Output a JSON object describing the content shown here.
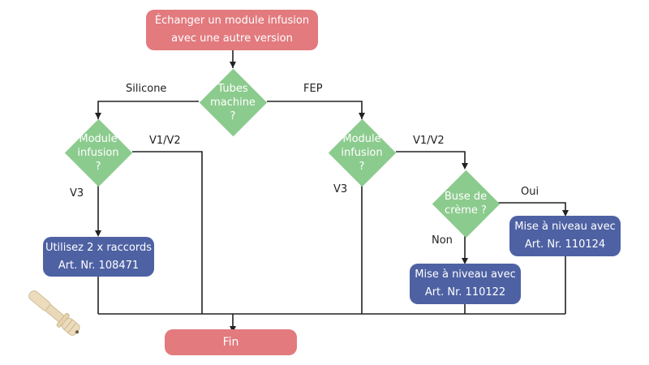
{
  "flowchart": {
    "start": {
      "line1": "Échanger un module infusion",
      "line2": "avec une autre version"
    },
    "decision_tubes": {
      "line1": "Tubes",
      "line2": "machine",
      "line3": "?"
    },
    "decision_module_left": {
      "line1": "Module",
      "line2": "infusion",
      "line3": "?"
    },
    "decision_module_right": {
      "line1": "Module",
      "line2": "infusion",
      "line3": "?"
    },
    "decision_buse": {
      "line1": "Buse de",
      "line2": "crème ?"
    },
    "process_raccords": {
      "line1": "Utilisez 2 x raccords",
      "line2": "Art. Nr. 108471"
    },
    "process_110124": {
      "line1": "Mise à niveau avec",
      "line2": "Art. Nr. 110124"
    },
    "process_110122": {
      "line1": "Mise à niveau avec",
      "line2": "Art. Nr. 110122"
    },
    "end": {
      "label": "Fin"
    },
    "edge_labels": {
      "silicone": "Silicone",
      "fep": "FEP",
      "left_v1v2": "V1/V2",
      "left_v3": "V3",
      "right_v1v2": "V1/V2",
      "right_v3": "V3",
      "oui": "Oui",
      "non": "Non"
    },
    "image": {
      "icon": "connector-fitting-icon"
    }
  },
  "colors": {
    "terminal": "#e27a7e",
    "process": "#4e61a3",
    "decision": "#8ccb8e",
    "line": "#222222"
  }
}
